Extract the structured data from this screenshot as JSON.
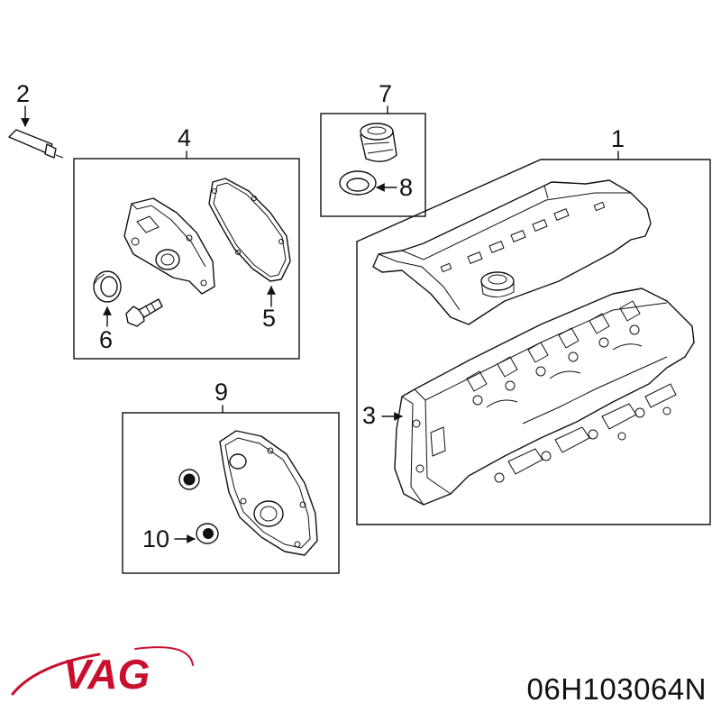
{
  "callouts": {
    "c1": "1",
    "c2": "2",
    "c3": "3",
    "c4": "4",
    "c5": "5",
    "c6": "6",
    "c7": "7",
    "c8": "8",
    "c9": "9",
    "c10": "10"
  },
  "brand": {
    "name": "VAG",
    "color": "#c8102e"
  },
  "part_number": "06H103064N"
}
